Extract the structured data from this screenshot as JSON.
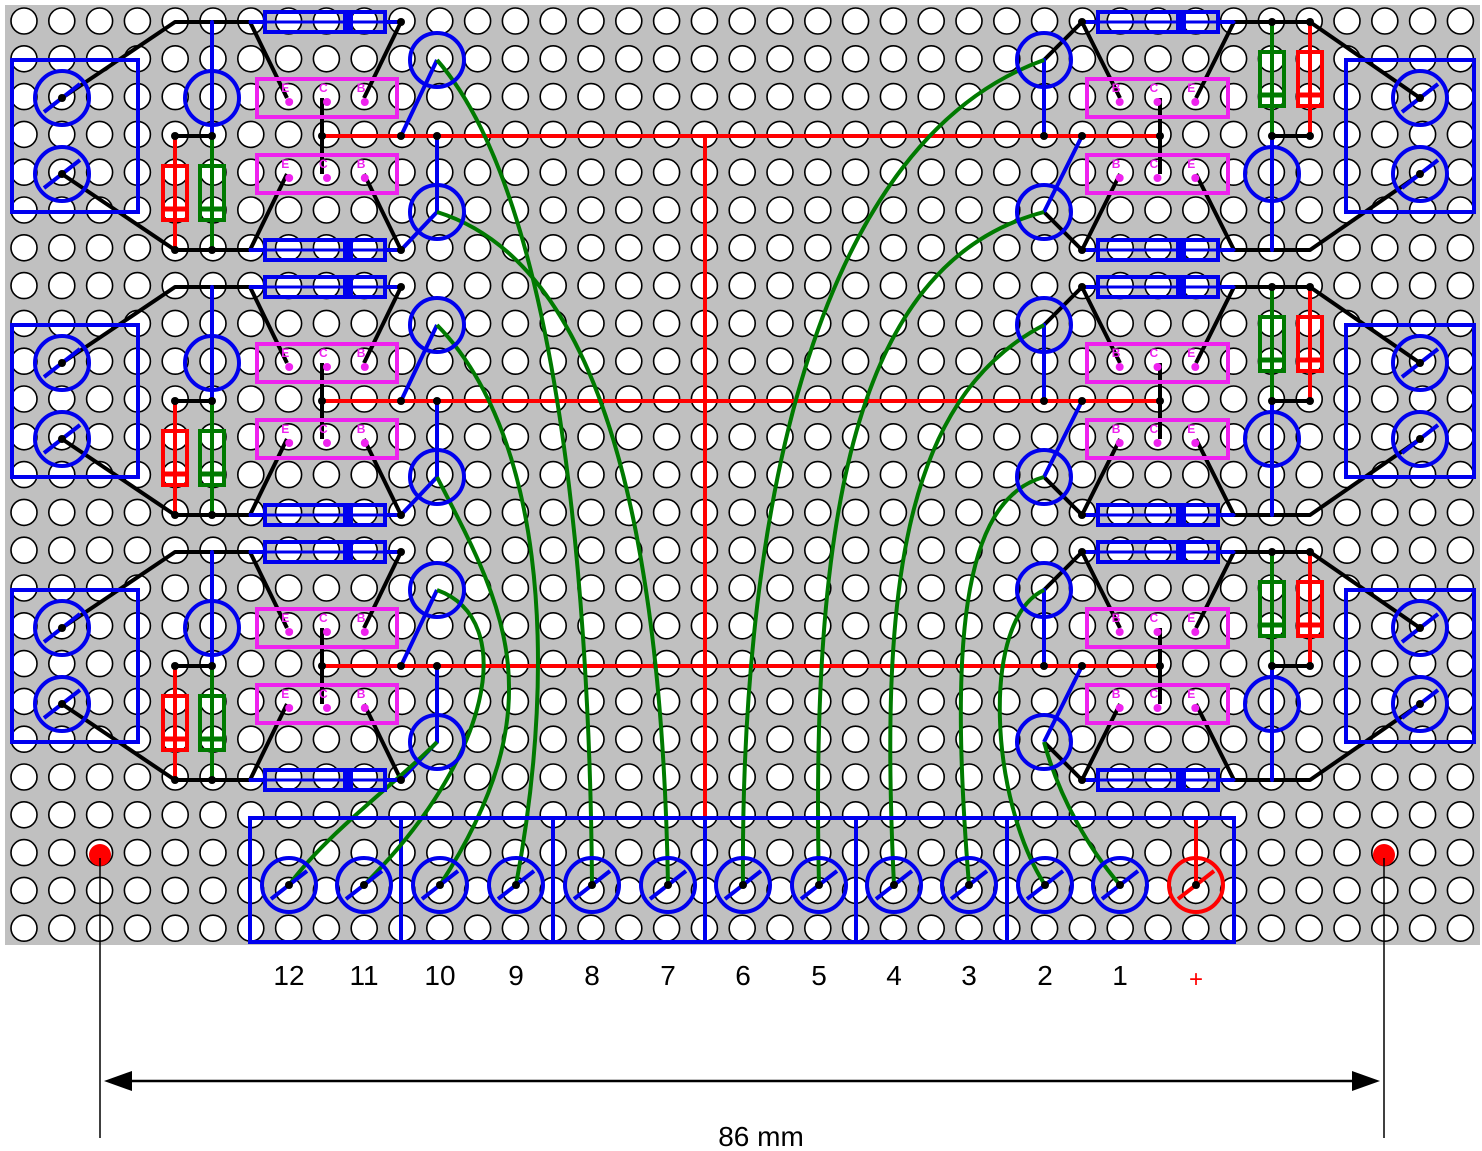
{
  "colors": {
    "board": "#c0c0c0",
    "hole_fill": "#ffffff",
    "hole_stroke": "#000000",
    "red": "#ff0000",
    "blue": "#0000ee",
    "green": "#007a00",
    "black": "#000000",
    "magenta": "#ee22ee"
  },
  "terminal_labels": [
    "12",
    "11",
    "10",
    "9",
    "8",
    "7",
    "6",
    "5",
    "4",
    "3",
    "2",
    "1",
    "+"
  ],
  "left_transistor_pins": [
    "E",
    "C",
    "B"
  ],
  "right_transistor_pins": [
    "B",
    "C",
    "E"
  ],
  "dimension": {
    "text": "86 mm"
  }
}
